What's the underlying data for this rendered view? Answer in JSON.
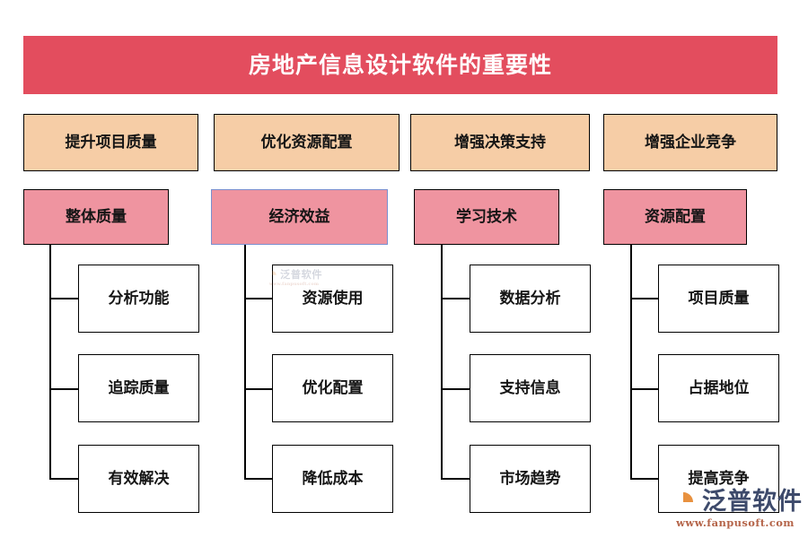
{
  "title": {
    "text": "房地产信息设计软件的重要性",
    "background_color": "#e34d5e",
    "text_color": "#ffffff"
  },
  "colors": {
    "level1_fill": "#f6cda6",
    "level2_fill": "#ef94a0",
    "leaf_fill": "#ffffff",
    "border": "#000000",
    "selected_border": "#7a8fcf",
    "page_background": "#ffffff"
  },
  "columns": [
    {
      "level1": "提升项目质量",
      "level2": "整体质量",
      "level2_selected": false,
      "leaves": [
        "分析功能",
        "追踪质量",
        "有效解决"
      ]
    },
    {
      "level1": "优化资源配置",
      "level2": "经济效益",
      "level2_selected": true,
      "leaves": [
        "资源使用",
        "优化配置",
        "降低成本"
      ]
    },
    {
      "level1": "增强决策支持",
      "level2": "学习技术",
      "level2_selected": false,
      "leaves": [
        "数据分析",
        "支持信息",
        "市场趋势"
      ]
    },
    {
      "level1": "增强企业竞争",
      "level2": "资源配置",
      "level2_selected": false,
      "leaves": [
        "项目质量",
        "占据地位",
        "提高竞争"
      ]
    }
  ],
  "watermark": {
    "brand": "泛普软件",
    "url": "www.fanpusoft.com",
    "brand_color": "#3d4a6b",
    "url_color": "#b5654a",
    "mark_orange": "#e8913f",
    "mark_blue": "#5b7ba8"
  }
}
